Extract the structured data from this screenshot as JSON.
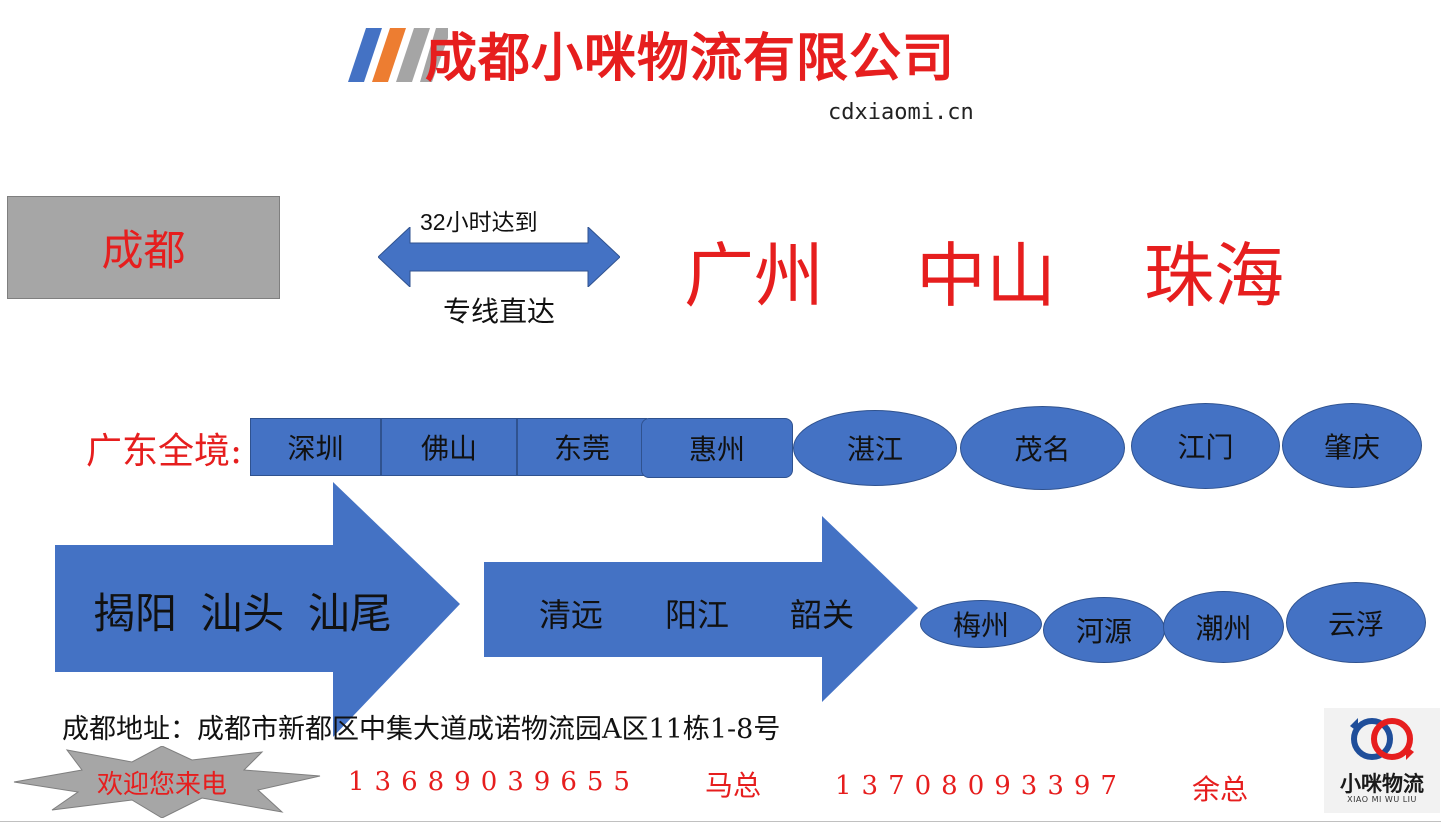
{
  "header": {
    "title": "成都小咪物流有限公司",
    "website": "cdxiaomi.cn"
  },
  "route": {
    "origin": "成都",
    "duration_label": "32小时达到",
    "service_label": "专线直达",
    "destinations": [
      "广州",
      "中山",
      "珠海"
    ]
  },
  "guangdong": {
    "label": "广东全境:",
    "rect_cities": [
      "深圳",
      "佛山",
      "东莞",
      "惠州"
    ],
    "oval_cities_row1": [
      "湛江",
      "茂名",
      "江门",
      "肇庆"
    ],
    "big_arrow_text": "揭阳  汕头  汕尾",
    "mid_arrow_cities": [
      "清远",
      "阳江",
      "韶关"
    ],
    "oval_cities_row2": [
      "梅州",
      "河源",
      "潮州",
      "云浮"
    ]
  },
  "footer": {
    "address": "成都地址：成都市新都区中集大道成诺物流园A区11栋1-8号",
    "welcome": "欢迎您来电",
    "contacts": [
      {
        "phone": "13689039655",
        "name": "马总"
      },
      {
        "phone": "13708093397",
        "name": "余总"
      }
    ]
  },
  "logo": {
    "name_cn": "小咪物流",
    "name_en": "XIAO MI WU LIU"
  },
  "colors": {
    "accent_red": "#e61e1e",
    "shape_blue": "#4472c4",
    "box_gray": "#a6a6a6",
    "stripe_orange": "#ed7d31"
  }
}
